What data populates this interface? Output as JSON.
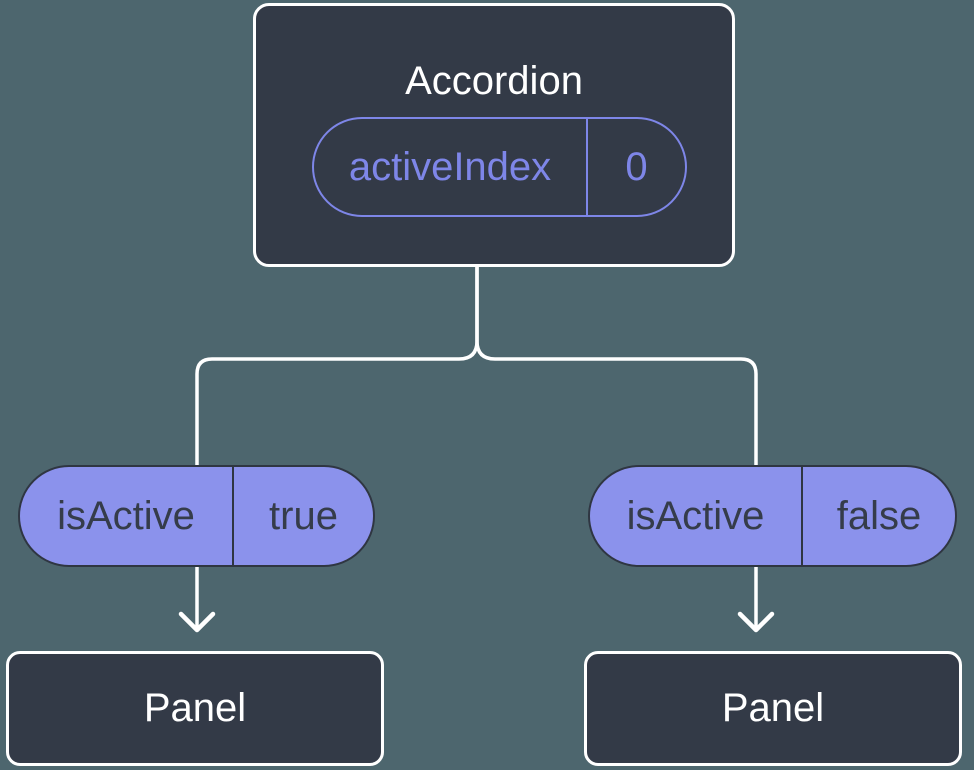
{
  "colors": {
    "background": "#4D666E",
    "node_fill": "#333A47",
    "node_border": "#FFFFFF",
    "connector": "#FFFFFF",
    "pill_fill": "#8B92EC",
    "pill_dark_border": "#2F3642",
    "pill_dark_text": "#353C4A",
    "accent_purple": "#7E86E8"
  },
  "tree": {
    "root": {
      "title": "Accordion",
      "state": {
        "label": "activeIndex",
        "value": "0"
      }
    },
    "branches": [
      {
        "prop": {
          "label": "isActive",
          "value": "true"
        },
        "child": {
          "title": "Panel"
        }
      },
      {
        "prop": {
          "label": "isActive",
          "value": "false"
        },
        "child": {
          "title": "Panel"
        }
      }
    ]
  }
}
